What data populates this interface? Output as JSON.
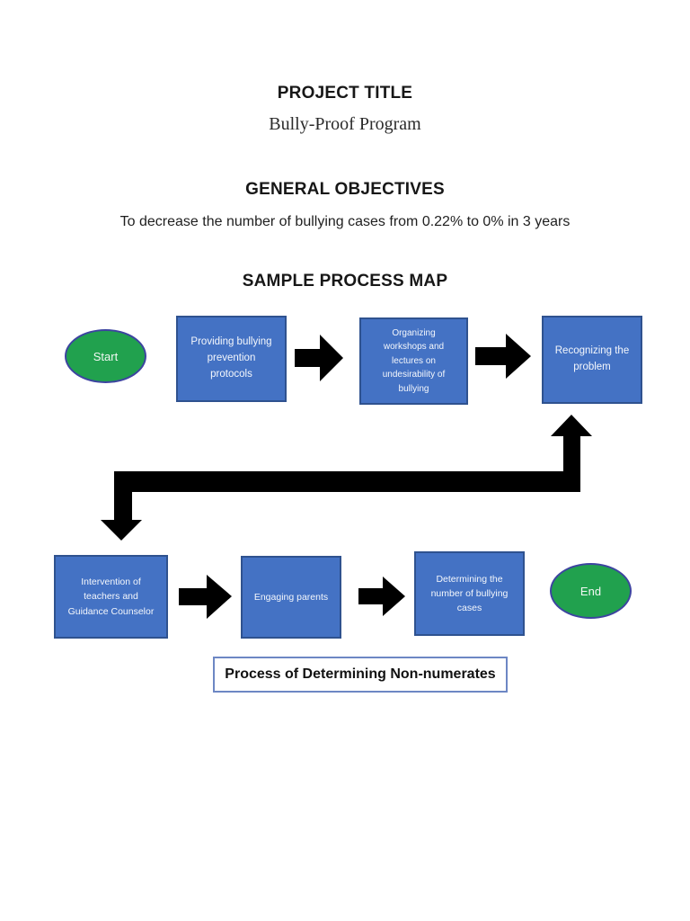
{
  "document": {
    "project_title_heading": "PROJECT TITLE",
    "project_title": "Bully-Proof Program",
    "objectives_heading": "GENERAL OBJECTIVES",
    "objectives_text": "To decrease the number of bullying cases from 0.22% to 0% in 3 years",
    "process_map_heading": "SAMPLE PROCESS MAP"
  },
  "flowchart": {
    "terminals": {
      "start": "Start",
      "end": "End"
    },
    "steps": [
      {
        "label": "Providing bullying prevention protocols"
      },
      {
        "label": "Organizing workshops and lectures on undesirability of bullying"
      },
      {
        "label": "Recognizing the problem"
      },
      {
        "label": "Intervention of teachers and Guidance Counselor"
      },
      {
        "label": "Engaging parents"
      },
      {
        "label": "Determining the number of bullying cases"
      }
    ],
    "caption": "Process of Determining Non-numerates"
  },
  "colors": {
    "step_fill": "#4472C4",
    "step_border": "#2F528F",
    "terminal_fill": "#21A14E",
    "terminal_border": "#3D44A0",
    "arrow": "#000000",
    "caption_border": "#6D87C4",
    "page_background": "#FFFFFF"
  }
}
